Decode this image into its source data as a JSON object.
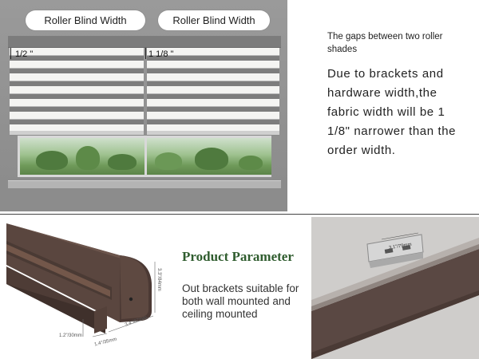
{
  "top_photo": {
    "width_label_left": "Roller Blind Width",
    "width_label_right": "Roller Blind Width",
    "gap_left": "1/2 \"",
    "gap_right": "1 1/8 \""
  },
  "gap_note": "The gaps between two roller shades",
  "description": "Due to brackets and hardware width,the fabric width will be 1 1/8\" narrower than the order width.",
  "product": {
    "title": "Product Parameter",
    "description": "Out brackets suitable for both wall mounted and ceiling mounted",
    "dim_height": "3.3\"/84mm",
    "dim_depth": "3.4\"/87mm",
    "dim_bottom": "1.4\"/35mm",
    "dim_lip": "1.2\"/30mm",
    "bracket_label": "3.1\"/79mm"
  },
  "colors": {
    "cassette_brown": "#5a463f",
    "title_green": "#2f5c2e"
  }
}
